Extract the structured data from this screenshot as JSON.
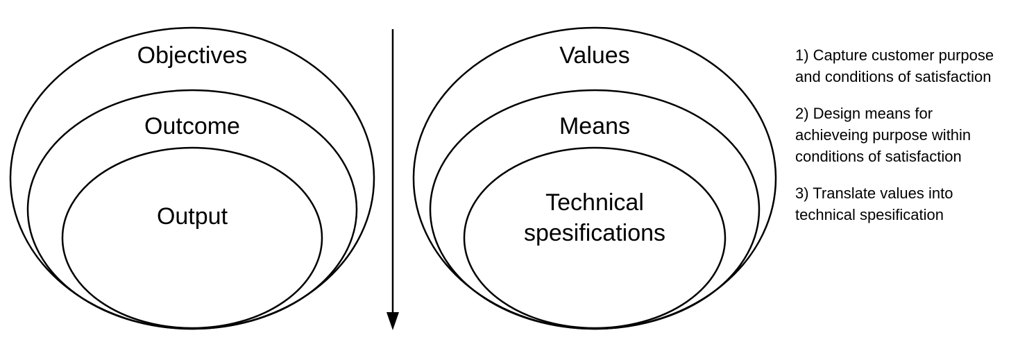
{
  "left_diagram": {
    "outer": "Objectives",
    "middle": "Outcome",
    "inner": "Output"
  },
  "right_diagram": {
    "outer": "Values",
    "middle": "Means",
    "inner_line1": "Technical",
    "inner_line2": "spesifications"
  },
  "notes": [
    {
      "line1": "1) Capture customer purpose",
      "line2": "and conditions of satisfaction"
    },
    {
      "line1": "2) Design means for",
      "line2": "achieveing purpose within",
      "line3": "conditions of satisfaction"
    },
    {
      "line1": "3) Translate values into",
      "line2": "technical spesification"
    }
  ],
  "colors": {
    "stroke": "#000000",
    "background": "#ffffff"
  }
}
